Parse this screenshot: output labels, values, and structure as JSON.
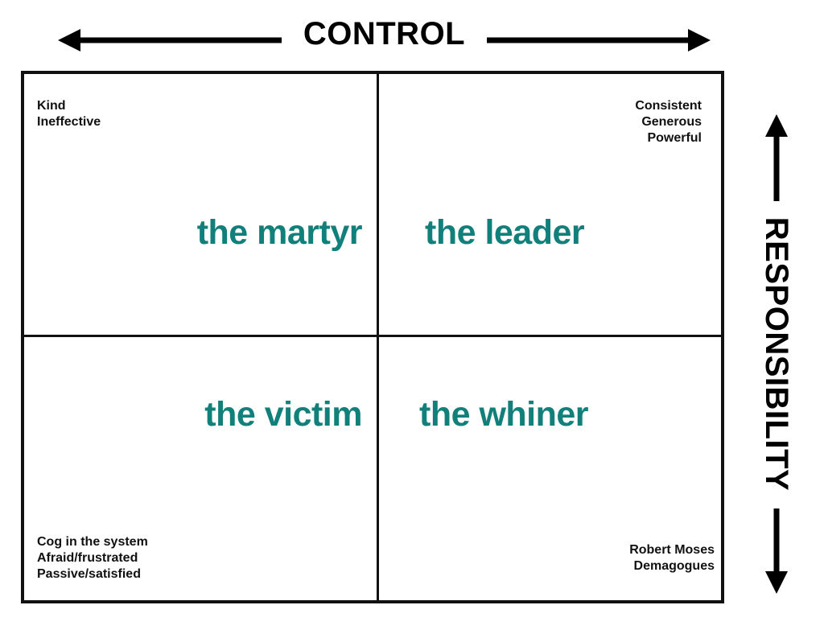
{
  "colors": {
    "accent": "#12807A",
    "line": "#111111",
    "background": "#ffffff"
  },
  "axes": {
    "horizontal": {
      "label": "CONTROL",
      "arrow_left": "left-arrowhead",
      "arrow_right": "right-arrowhead"
    },
    "vertical": {
      "label": "RESPONSIBILITY",
      "arrow_up": "up-arrowhead",
      "arrow_down": "down-arrowhead"
    }
  },
  "quadrants": [
    {
      "key": "top-left",
      "title": "the martyr",
      "traits": "Kind\nIneffective"
    },
    {
      "key": "top-right",
      "title": "the leader",
      "traits": "Consistent\nGenerous\nPowerful"
    },
    {
      "key": "bottom-left",
      "title": "the victim",
      "traits": "Cog in the system\nAfraid/frustrated\nPassive/satisfied"
    },
    {
      "key": "bottom-right",
      "title": "the whiner",
      "traits": "Robert Moses\nDemagogues"
    }
  ]
}
